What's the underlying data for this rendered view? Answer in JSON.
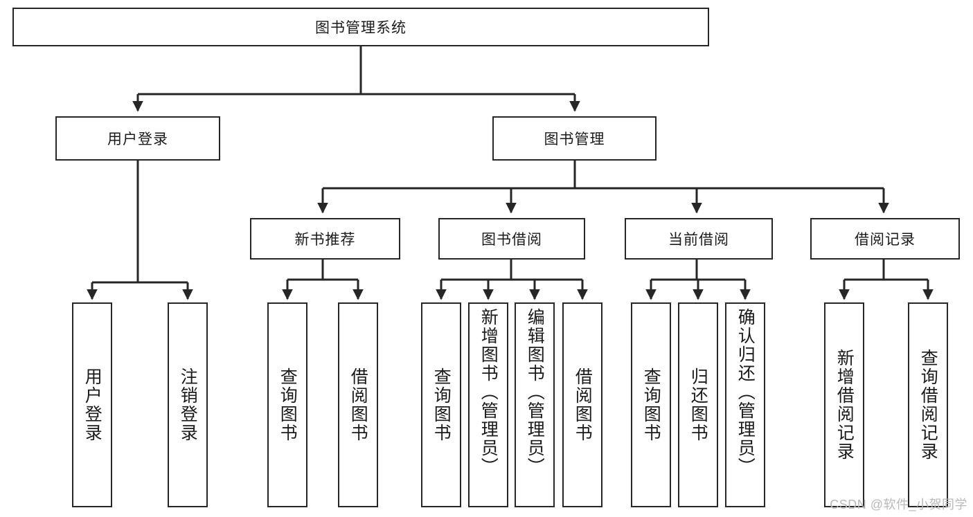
{
  "diagram": {
    "type": "tree",
    "title": "图书管理系统",
    "watermark": "CSDN @软件_小贺同学",
    "stroke_color": "#262626",
    "background_color": "#ffffff",
    "text_color": "#1a1a1a",
    "watermark_color": "#b9b9b9"
  },
  "nodes": {
    "root": {
      "label": "图书管理系统"
    },
    "level2": [
      {
        "label": "用户登录"
      },
      {
        "label": "图书管理"
      }
    ],
    "level3": [
      {
        "label": "新书推荐"
      },
      {
        "label": "图书借阅"
      },
      {
        "label": "当前借阅"
      },
      {
        "label": "借阅记录"
      }
    ],
    "leaves": {
      "user_login": [
        {
          "label": "用户登录"
        },
        {
          "label": "注销登录"
        }
      ],
      "new_book": [
        {
          "label": "查询图书"
        },
        {
          "label": "借阅图书"
        }
      ],
      "book_borrow": [
        {
          "label": "查询图书"
        },
        {
          "label": "新增图书（管理员）"
        },
        {
          "label": "编辑图书（管理员）"
        },
        {
          "label": "借阅图书"
        }
      ],
      "current_borrow": [
        {
          "label": "查询图书"
        },
        {
          "label": "归还图书"
        },
        {
          "label": "确认归还（管理员）"
        }
      ],
      "borrow_record": [
        {
          "label": "新增借阅记录"
        },
        {
          "label": "查询借阅记录"
        }
      ]
    }
  }
}
